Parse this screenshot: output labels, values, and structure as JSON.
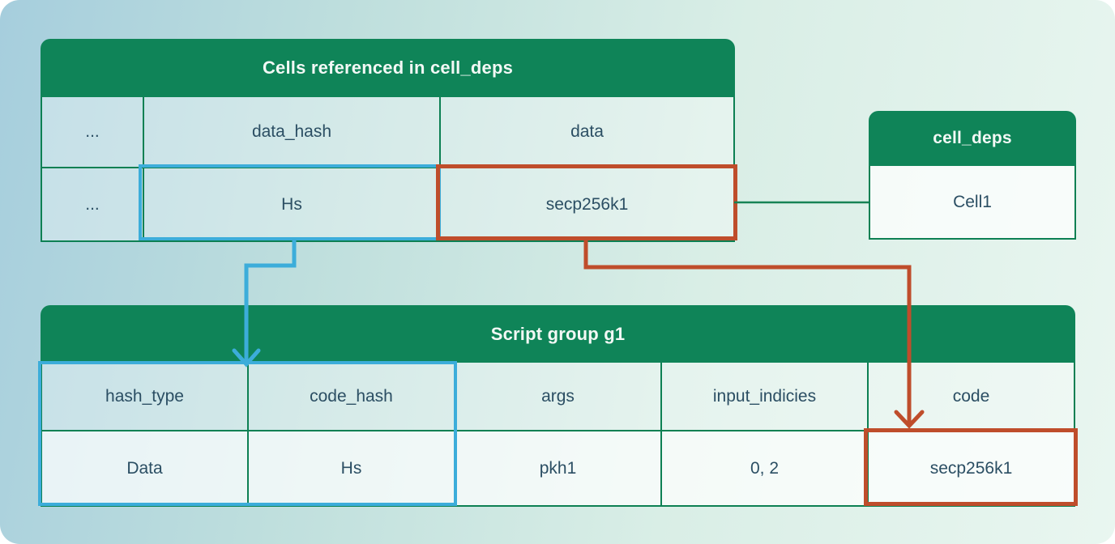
{
  "diagram": {
    "cells_referenced_table": {
      "title": "Cells referenced in cell_deps",
      "header_row": [
        "...",
        "data_hash",
        "data"
      ],
      "value_row": [
        "...",
        "Hs",
        "secp256k1"
      ]
    },
    "cell_deps_table": {
      "title": "cell_deps",
      "value_row": [
        "Cell1"
      ]
    },
    "script_group_table": {
      "title": "Script group g1",
      "header_row": [
        "hash_type",
        "code_hash",
        "args",
        "input_indicies",
        "code"
      ],
      "value_row": [
        "Data",
        "Hs",
        "pkh1",
        "0, 2",
        "secp256k1"
      ]
    },
    "colors": {
      "header_green": "#0F8458",
      "border_green": "#0D8053",
      "highlight_blue": "#3CADDA",
      "highlight_red": "#BF4D2B",
      "connector_green": "#168355",
      "text_dark": "#2B4E63",
      "header_text": "#F2F8F5",
      "background_left": "#A6CEDD",
      "background_right": "#E9F6F0"
    }
  }
}
